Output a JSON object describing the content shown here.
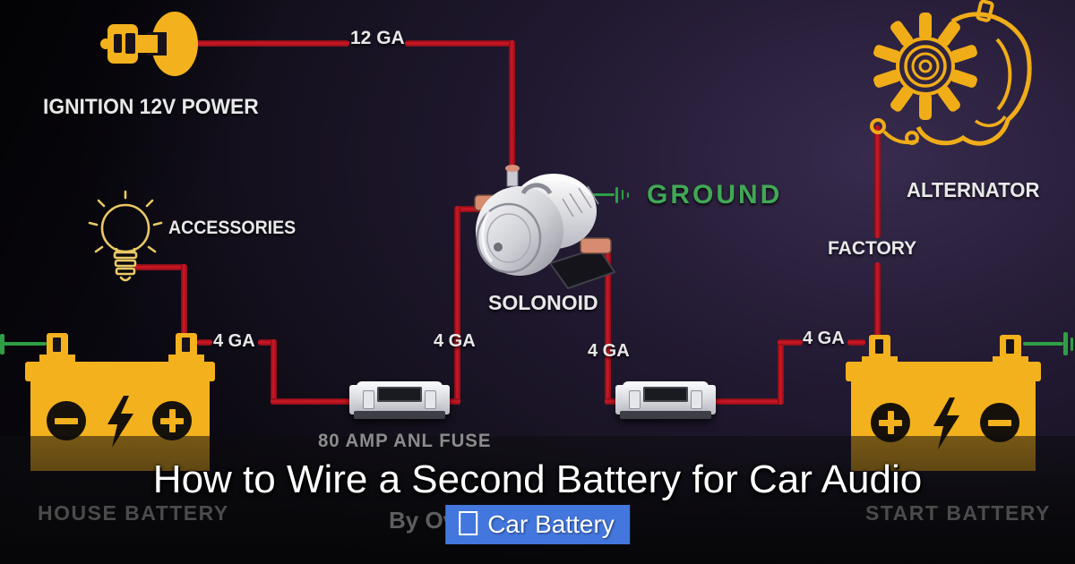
{
  "overlay": {
    "title": "How to Wire a Second Battery for Car Audio",
    "byline": "By Ov",
    "badge": {
      "label": "Car Battery",
      "color": "#4377dd",
      "icon": "car-battery-tofu-box"
    }
  },
  "diagram": {
    "labels": {
      "ignition": "IGNITION 12V POWER",
      "wire_12ga": "12 GA",
      "accessories": "ACCESSORIES",
      "ground": "GROUND",
      "solenoid": "SOLONOID",
      "alternator": "ALTERNATOR",
      "factory": "FACTORY",
      "fuse": "80 AMP ANL FUSE",
      "house_battery": "HOUSE BATTERY",
      "start_battery": "START BATTERY",
      "wire_4ga_house": "4 GA",
      "wire_4ga_solenoid_left": "4 GA",
      "wire_4ga_solenoid_right": "4 GA",
      "wire_4ga_start": "4 GA"
    },
    "colors": {
      "wire_power": "#c01322",
      "wire_ground": "#2f9e45",
      "component_yellow": "#f3b11d",
      "label_white": "#e8e8e8",
      "label_dim_gray": "#4b4b4b",
      "ground_text_green": "#41a855",
      "badge_blue": "#4377dd"
    }
  }
}
